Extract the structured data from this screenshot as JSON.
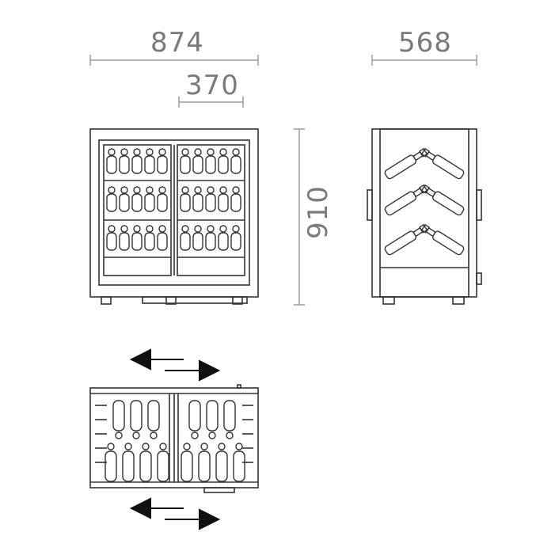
{
  "dimensions": {
    "overall_width": "874",
    "door_width": "370",
    "depth": "568",
    "height": "910"
  }
}
